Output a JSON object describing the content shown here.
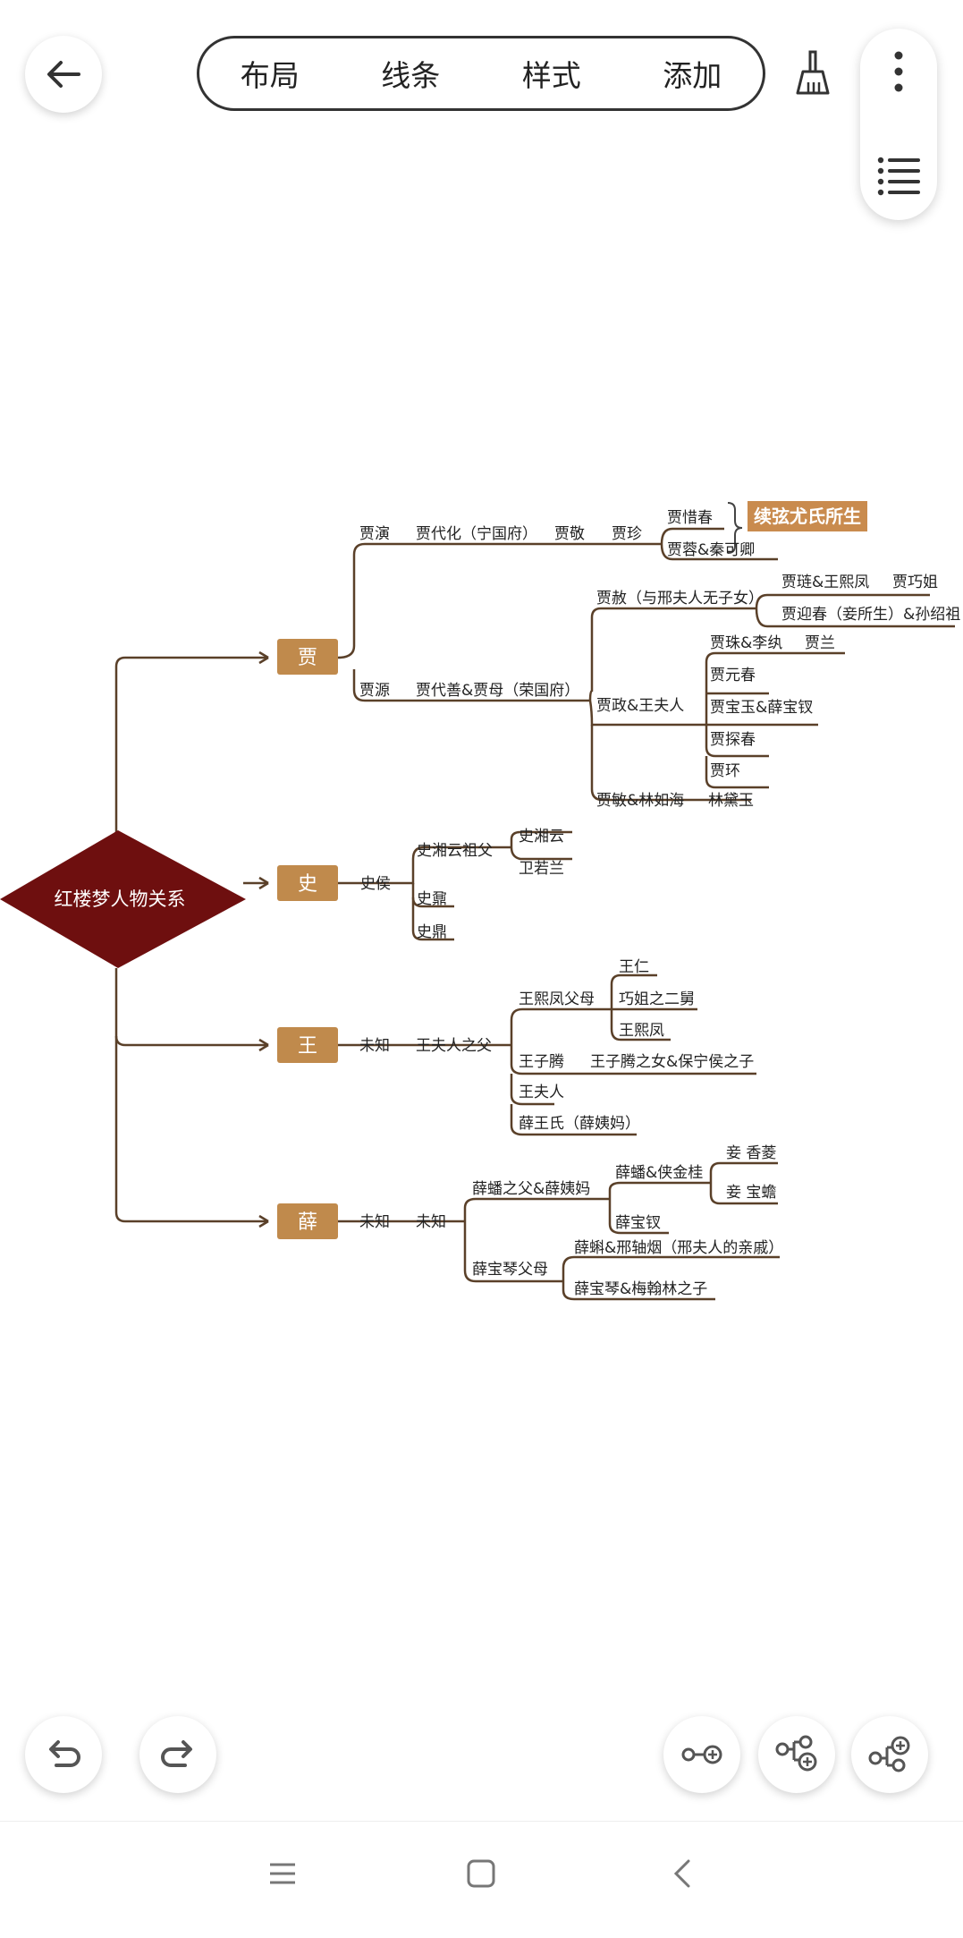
{
  "toolbar": {
    "tabs": [
      "布局",
      "线条",
      "样式",
      "添加"
    ]
  },
  "mindmap": {
    "root": "红楼梦人物关系",
    "branches": [
      "贾",
      "史",
      "王",
      "薛"
    ],
    "callout": "续弦尤氏所生",
    "jia": {
      "n1": "贾演",
      "n2": "贾代化（宁国府）",
      "n3": "贾敬",
      "n4": "贾珍",
      "n5": "贾惜春",
      "n6": "贾蓉&秦可卿",
      "n7": "贾源",
      "n8": "贾代善&贾母（荣国府）",
      "n9": "贾赦（与邢夫人无子女）",
      "n10": "贾琏&王熙凤",
      "n11": "贾巧姐",
      "n12": "贾迎春（妾所生）&孙绍祖",
      "n13": "贾政&王夫人",
      "n14": "贾珠&李纨",
      "n15": "贾兰",
      "n16": "贾元春",
      "n17": "贾宝玉&薛宝钗",
      "n18": "贾探春",
      "n19": "贾环",
      "n20": "贾敏&林如海",
      "n21": "林黛玉"
    },
    "shi": {
      "n1": "史侯",
      "n2": "史湘云祖父",
      "n3": "史湘云",
      "n4": "卫若兰",
      "n5": "史鼐",
      "n6": "史鼎"
    },
    "wang": {
      "n1": "未知",
      "n2": "王夫人之父",
      "n3": "王熙凤父母",
      "n4": "王仁",
      "n5": "巧姐之二舅",
      "n6": "王熙凤",
      "n7": "王子腾",
      "n8": "王子腾之女&保宁侯之子",
      "n9": "王夫人",
      "n10": "薛王氏（薛姨妈）"
    },
    "xue": {
      "n1": "未知",
      "n2": "未知",
      "n3": "薛蟠之父&薛姨妈",
      "n4": "薛蟠&侠金桂",
      "n5": "妾 香菱",
      "n6": "妾 宝蟾",
      "n7": "薛宝钗",
      "n8": "薛宝琴父母",
      "n9": "薛蝌&邢轴烟（邢夫人的亲戚）",
      "n10": "薛宝琴&梅翰林之子"
    }
  },
  "colors": {
    "root": "#6e0f0f",
    "branch": "#c08a4c",
    "line": "#5a4029",
    "callout": "#c98b4e"
  }
}
